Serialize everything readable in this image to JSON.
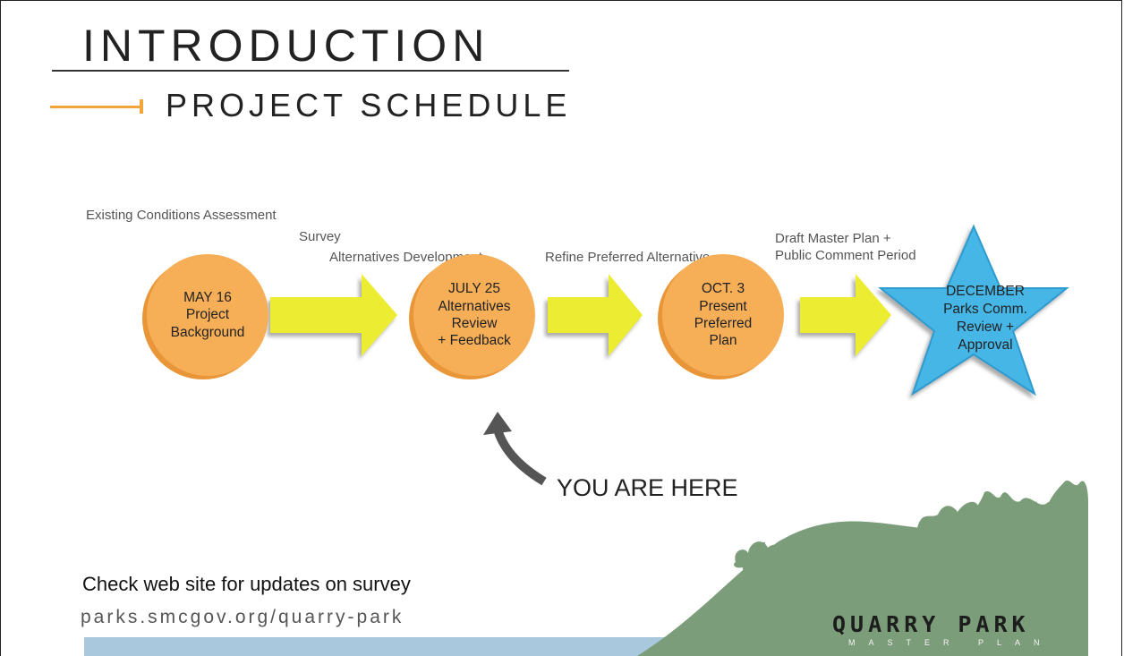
{
  "header": {
    "title": "INTRODUCTION",
    "subtitle": "PROJECT SCHEDULE"
  },
  "phases": [
    {
      "label": "Existing Conditions Assessment"
    },
    {
      "label": "Survey"
    },
    {
      "label": "Alternatives Development"
    },
    {
      "label": "Refine Preferred Alternative"
    },
    {
      "label_line1": "Draft Master Plan +",
      "label_line2": "Public Comment Period"
    }
  ],
  "milestones": [
    {
      "lines": [
        "MAY 16",
        "Project",
        "Background"
      ]
    },
    {
      "lines": [
        "JULY 25",
        "Alternatives",
        "Review",
        "+ Feedback"
      ]
    },
    {
      "lines": [
        "OCT. 3",
        "Present",
        "Preferred",
        "Plan"
      ]
    },
    {
      "lines": [
        "DECEMBER",
        "Parks Comm.",
        "Review +",
        "Approval"
      ]
    }
  ],
  "marker": {
    "label": "YOU ARE HERE"
  },
  "footer": {
    "note": "Check web site for updates on survey",
    "url": "parks.smcgov.org/quarry-park"
  },
  "brand": {
    "name": "QUARRY PARK",
    "tagline": "MASTER PLAN"
  },
  "colors": {
    "milestone": "#f6ae57",
    "arrow": "#ecec33",
    "star": "#45b6e6",
    "accent": "#f2a53a",
    "hill": "#7b9d7a",
    "water": "#a9c7dd"
  },
  "icons": [
    "arrow-right-icon",
    "star-icon",
    "curved-arrow-icon",
    "tree-icon"
  ]
}
